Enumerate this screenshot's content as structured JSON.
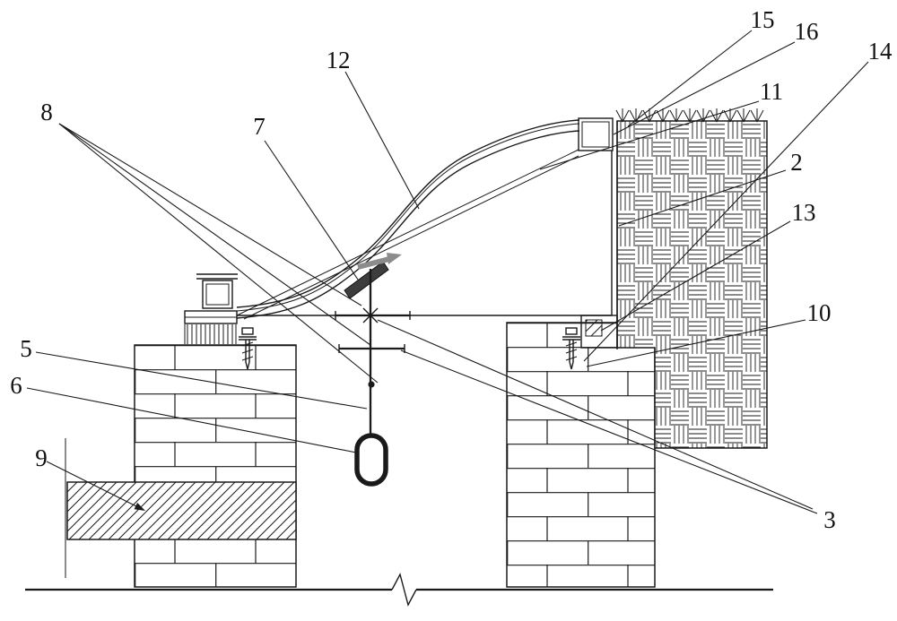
{
  "figure": {
    "background": "#ffffff",
    "line_color": "#1a1a1a",
    "accent_gray": "#8c8c8c"
  },
  "labels": {
    "n2": "2",
    "n3": "3",
    "n5": "5",
    "n6": "6",
    "n7": "7",
    "n8": "8",
    "n9": "9",
    "n10": "10",
    "n11": "11",
    "n12": "12",
    "n13": "13",
    "n14": "14",
    "n15": "15",
    "n16": "16"
  }
}
